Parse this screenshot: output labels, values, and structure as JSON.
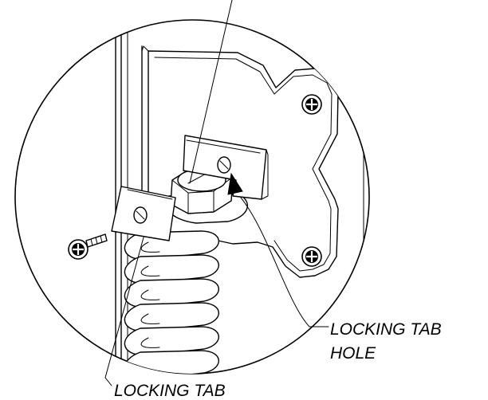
{
  "labels": {
    "locking_tab_hole_line1": "LOCKING TAB",
    "locking_tab_hole_line2": "HOLE",
    "locking_tab": "LOCKING TAB"
  }
}
